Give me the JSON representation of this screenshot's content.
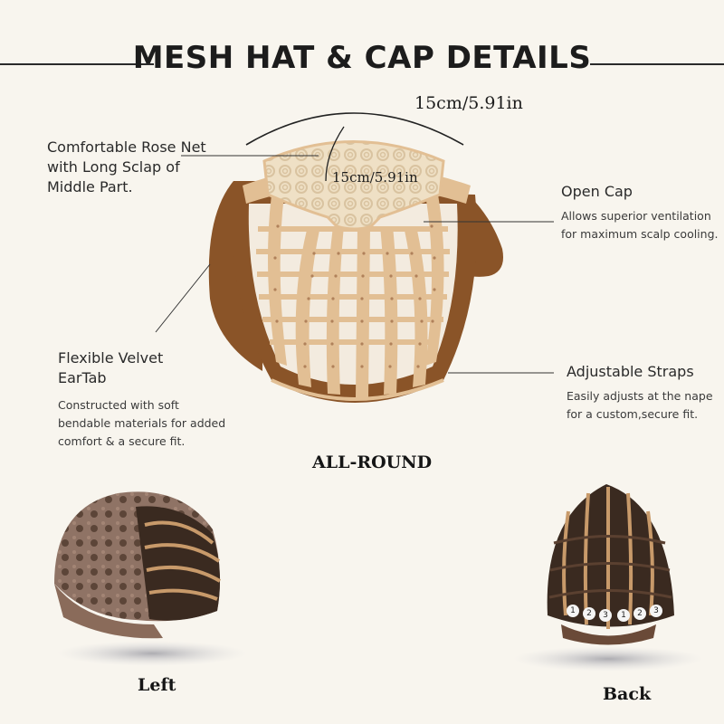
{
  "title": "MESH HAT & CAP DETAILS",
  "measure_width": "15cm/5.91in",
  "measure_inner": "15cm/5.91in",
  "annotations": {
    "rose_net": "Comfortable Rose Net with Long Sclap of Middle Part.",
    "open_cap_title": "Open Cap",
    "open_cap_desc": "Allows superior ventilation for maximum scalp cooling.",
    "ear_tab_title": "Flexible Velvet EarTab",
    "ear_tab_desc": "Constructed with soft bendable materials for added comfort & a secure fit.",
    "straps_title": "Adjustable Straps",
    "straps_desc": "Easily adjusts at the nape for a custom,secure fit."
  },
  "captions": {
    "all_round": "ALL-ROUND",
    "left": "Left",
    "back": "Back"
  },
  "strap_markers": [
    "1",
    "2",
    "3",
    "1",
    "2",
    "3"
  ],
  "colors": {
    "background": "#f8f5ee",
    "cap_band": "#8a5428",
    "mesh": "#e2bf94",
    "mesh_dots": "#b0815a",
    "cap_dark": "#3a2a20"
  }
}
